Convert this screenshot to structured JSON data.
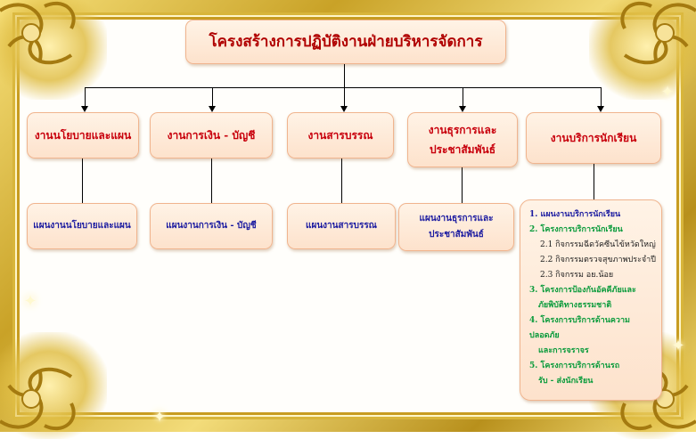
{
  "title": "โครงสร้างการปฏิบัติงานฝ่ายบริหารจัดการ",
  "departments": [
    {
      "name": "งานนโยบายและแผน",
      "sub": "แผนงานนโยบายและแผน"
    },
    {
      "name": "งานการเงิน - บัญชี",
      "sub": "แผนงานการเงิน - บัญชี"
    },
    {
      "name": "งานสารบรรณ",
      "sub": "แผนงานสารบรรณ"
    },
    {
      "name_line1": "งานธุรการและ",
      "name_line2": "ประชาสัมพันธ์",
      "sub_line1": "แผนงานธุรการและ",
      "sub_line2": "ประชาสัมพันธ์"
    },
    {
      "name": "งานบริการนักเรียน"
    }
  ],
  "student_services": {
    "item1": "1. แผนงานบริการนักเรียน",
    "item2": "2. โครงการบริการนักเรียน",
    "item2_1": "2.1 กิจกรรมฉีดวัคซีนไข้หวัดใหญ่",
    "item2_2": "2.2 กิจกรรมตรวจสุขภาพประจำปี",
    "item2_3": "2.3 กิจกรรม อย.น้อย",
    "item3_line1": "3. โครงการป้องกันอัคคีภัยและ",
    "item3_line2": "ภัยพิบัติทางธรรมชาติ",
    "item4_line1": "4. โครงการบริการด้านความปลอดภัย",
    "item4_line2": "และการจราจร",
    "item5_line1": "5. โครงการบริการด้านรถ",
    "item5_line2": "รับ - ส่งนักเรียน"
  },
  "colors": {
    "frame": "#c9a227",
    "box_fill": "#fde2cc",
    "heading_text": "#c8000c",
    "sub_text": "#1a1aa0",
    "green_text": "#0b9b3c"
  }
}
